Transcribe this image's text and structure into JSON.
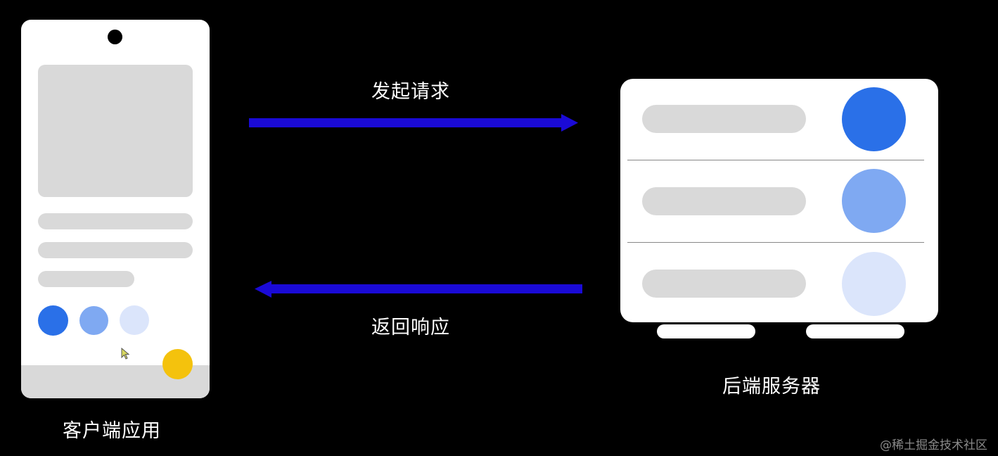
{
  "labels": {
    "request": "发起请求",
    "response": "返回响应",
    "client": "客户端应用",
    "server": "后端服务器",
    "watermark": "@稀土掘金技术社区"
  },
  "colors": {
    "arrow": "#1a0ad6",
    "blue_strong": "#2a70e8",
    "blue_mid": "#7fa9f2",
    "blue_light": "#dbe5fb",
    "fab_yellow": "#f4c20d",
    "placeholder_gray": "#d9d9d9"
  },
  "icons": {
    "cursor": "mouse-pointer-icon",
    "camera": "camera-notch-icon"
  }
}
